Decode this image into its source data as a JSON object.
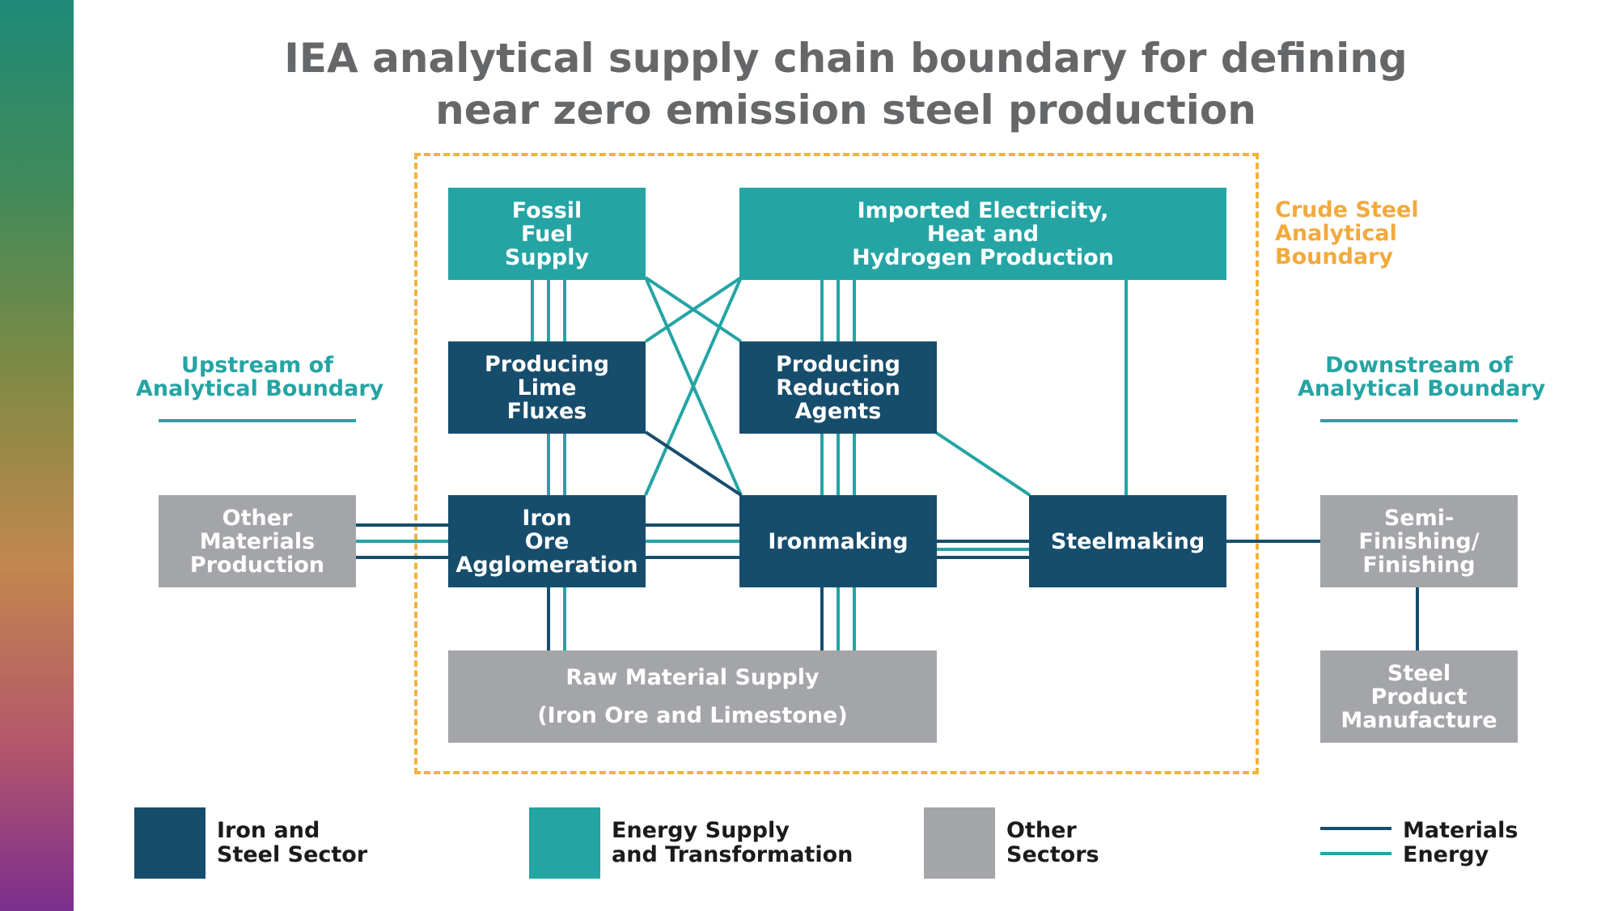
{
  "title": {
    "line1": "IEA analytical supply chain boundary for defining",
    "line2": "near zero emission steel production"
  },
  "boundary": {
    "label": [
      "Crude Steel",
      "Analytical",
      "Boundary"
    ]
  },
  "upstream": {
    "label": [
      "Upstream of",
      "Analytical Boundary"
    ]
  },
  "downstream": {
    "label": [
      "Downstream of",
      "Analytical Boundary"
    ]
  },
  "boxes": {
    "fossil": [
      "Fossil",
      "Fuel",
      "Supply"
    ],
    "imported": [
      "Imported Electricity,",
      "Heat and",
      "Hydrogen Production"
    ],
    "lime": [
      "Producing",
      "Lime",
      "Fluxes"
    ],
    "reduction": [
      "Producing",
      "Reduction",
      "Agents"
    ],
    "agglomeration": [
      "Iron",
      "Ore",
      "Agglomeration"
    ],
    "ironmaking": [
      "Ironmaking"
    ],
    "steelmaking": [
      "Steelmaking"
    ],
    "other_materials": [
      "Other",
      "Materials",
      "Production"
    ],
    "semi_finishing": [
      "Semi-",
      "Finishing/",
      "Finishing"
    ],
    "steel_product": [
      "Steel",
      "Product",
      "Manufacture"
    ],
    "raw_material": [
      "Raw Material Supply",
      "(Iron Ore and Limestone)"
    ]
  },
  "legend": {
    "iron_steel": [
      "Iron and",
      "Steel Sector"
    ],
    "energy": [
      "Energy Supply",
      "and Transformation"
    ],
    "other": [
      "Other",
      "Sectors"
    ],
    "materials": "Materials",
    "energy_line": "Energy"
  },
  "colors": {
    "iron_steel": "#174d6c",
    "energy": "#25a4a4",
    "other": "#a4a5a8",
    "boundary": "#f3b23c",
    "title": "#666769"
  }
}
